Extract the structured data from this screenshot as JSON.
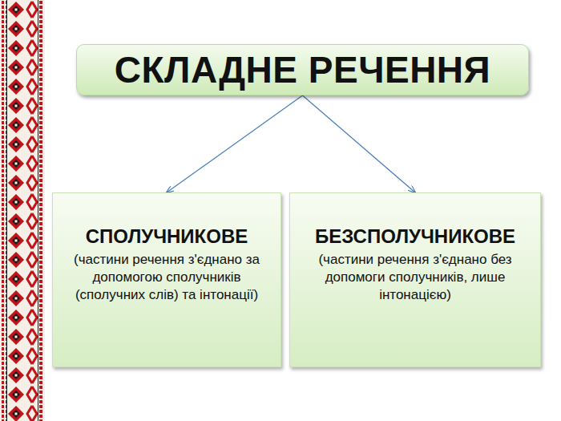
{
  "diagram": {
    "nodes": [
      {
        "text": [
          "СКЛАДНЕ РЕЧЕННЯ"
        ]
      },
      {
        "text": [
          "СПОЛУЧНИКОВЕ",
          "(частини речення з'єднано за допомогою сполучників (сполучних слів) та інтонації)"
        ]
      },
      {
        "text": [
          "БЕЗСПОЛУЧНИКОВЕ",
          "(частини речення з'єднано без допомоги сполучників, лише інтонацією)"
        ]
      }
    ],
    "edges": [
      {
        "from": 0,
        "to": 1,
        "arrow": "to"
      },
      {
        "from": 0,
        "to": 2,
        "arrow": "to"
      }
    ]
  }
}
